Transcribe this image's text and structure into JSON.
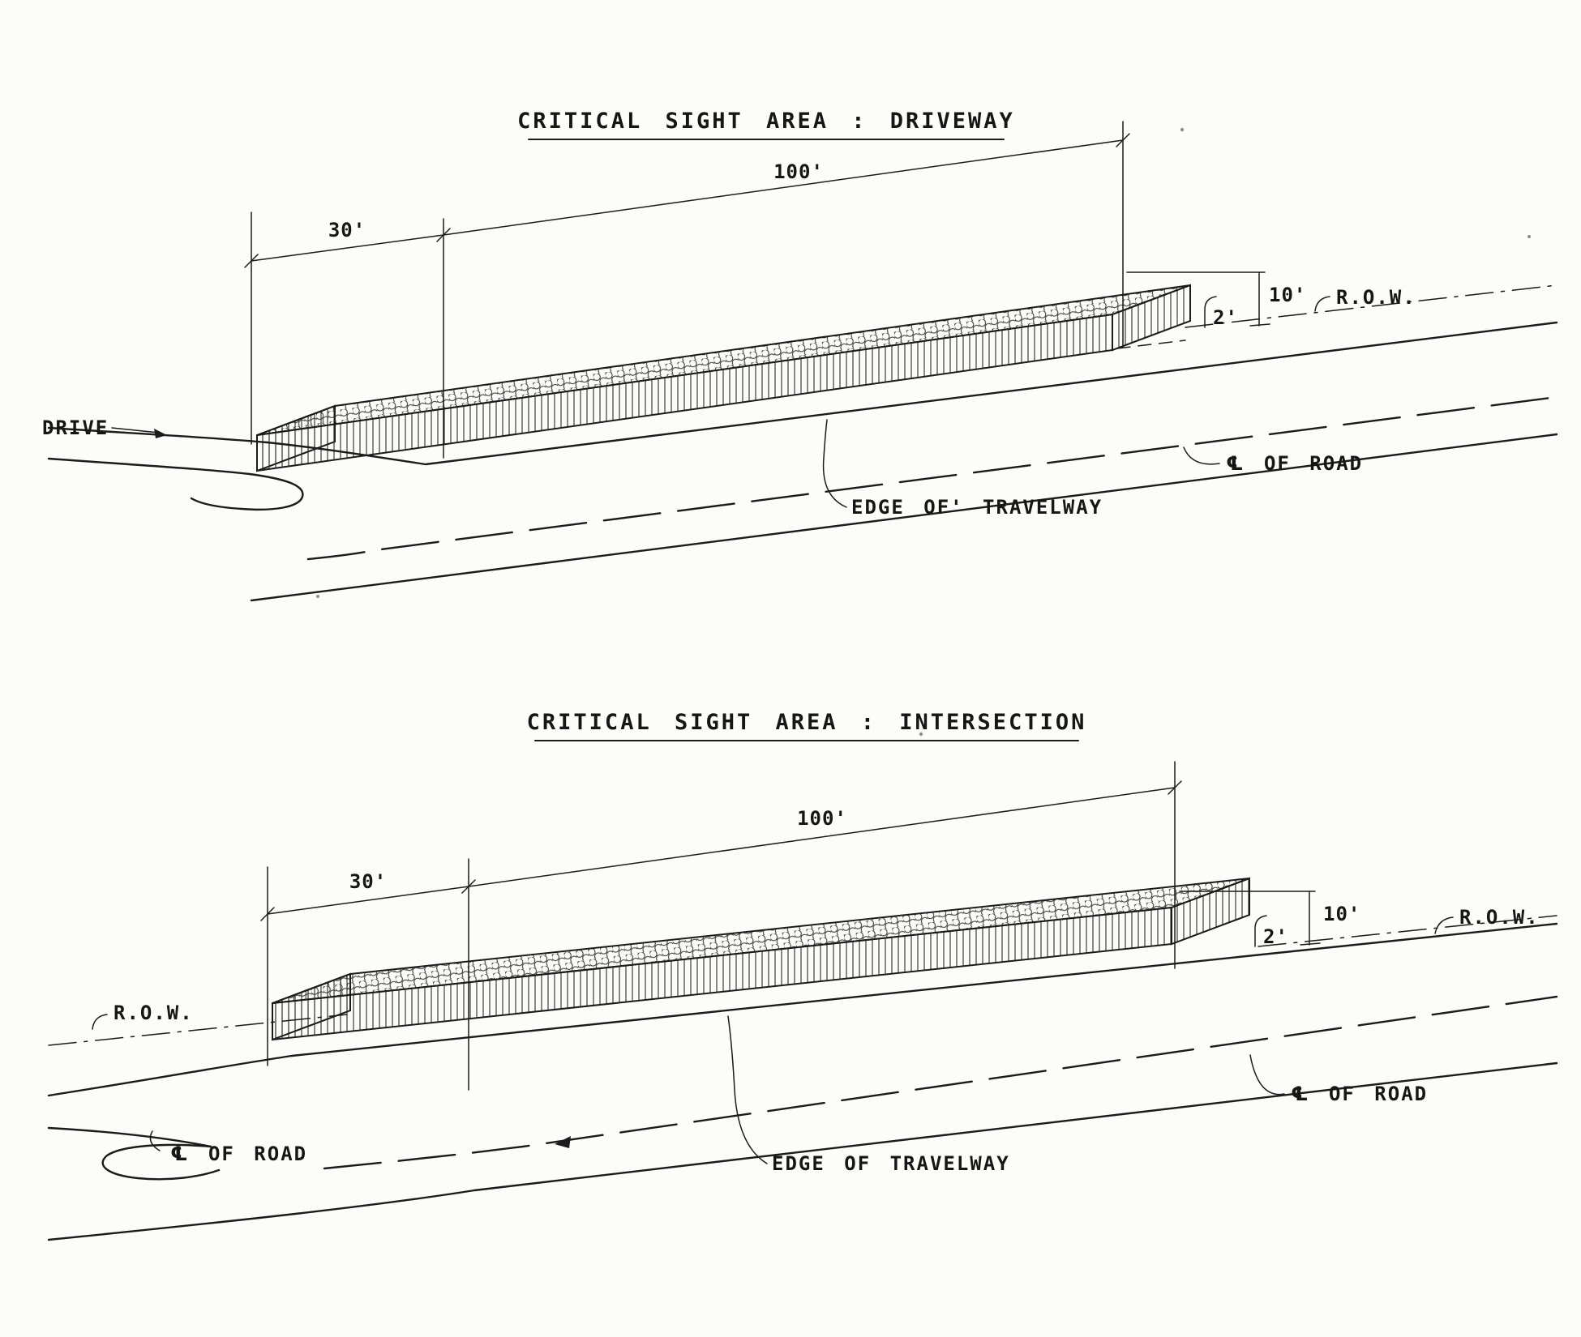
{
  "palette": {
    "ink": "#1b1b1b",
    "paper": "#fcfcfb"
  },
  "figures": {
    "driveway": {
      "title": "CRITICAL SIGHT AREA : DRIVEWAY",
      "dim_100": "100'",
      "dim_30": "30'",
      "dim_10": "10'",
      "dim_2": "2'",
      "row_label": "R.O.W.",
      "drive_label": "DRIVE",
      "centerline_label": "℄ OF ROAD",
      "edge_label": "EDGE OF' TRAVELWAY"
    },
    "intersection": {
      "title": "CRITICAL SIGHT AREA : INTERSECTION",
      "dim_100": "100'",
      "dim_30": "30'",
      "dim_10": "10'",
      "dim_2": "2'",
      "row_label_left": "R.O.W.",
      "row_label_right": "R.O.W.",
      "centerline_label_left": "℄ OF ROAD",
      "centerline_label_right": "℄ OF ROAD",
      "edge_label": "EDGE OF TRAVELWAY"
    }
  }
}
